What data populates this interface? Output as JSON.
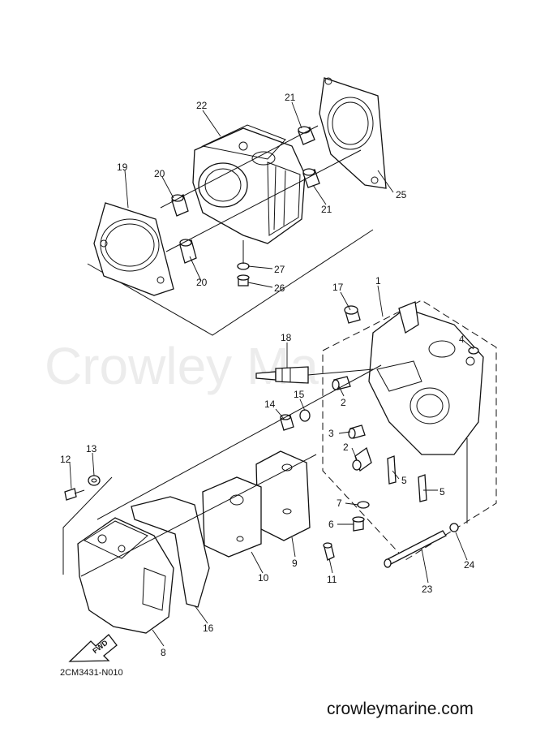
{
  "watermark": "Crowley Ma",
  "diagram_code": "2CM3431-N010",
  "website": "crowleymarine.com",
  "fwd_label": "FWD",
  "callouts": [
    {
      "id": "c1",
      "label": "1"
    },
    {
      "id": "c2a",
      "label": "2"
    },
    {
      "id": "c2b",
      "label": "2"
    },
    {
      "id": "c3",
      "label": "3"
    },
    {
      "id": "c4",
      "label": "4"
    },
    {
      "id": "c5a",
      "label": "5"
    },
    {
      "id": "c5b",
      "label": "5"
    },
    {
      "id": "c6",
      "label": "6"
    },
    {
      "id": "c7",
      "label": "7"
    },
    {
      "id": "c8",
      "label": "8"
    },
    {
      "id": "c9",
      "label": "9"
    },
    {
      "id": "c10",
      "label": "10"
    },
    {
      "id": "c11",
      "label": "11"
    },
    {
      "id": "c12",
      "label": "12"
    },
    {
      "id": "c13",
      "label": "13"
    },
    {
      "id": "c14",
      "label": "14"
    },
    {
      "id": "c15",
      "label": "15"
    },
    {
      "id": "c16",
      "label": "16"
    },
    {
      "id": "c17",
      "label": "17"
    },
    {
      "id": "c18",
      "label": "18"
    },
    {
      "id": "c19",
      "label": "19"
    },
    {
      "id": "c20a",
      "label": "20"
    },
    {
      "id": "c20b",
      "label": "20"
    },
    {
      "id": "c21a",
      "label": "21"
    },
    {
      "id": "c21b",
      "label": "21"
    },
    {
      "id": "c22",
      "label": "22"
    },
    {
      "id": "c23",
      "label": "23"
    },
    {
      "id": "c24",
      "label": "24"
    },
    {
      "id": "c25",
      "label": "25"
    },
    {
      "id": "c26",
      "label": "26"
    },
    {
      "id": "c27",
      "label": "27"
    }
  ]
}
